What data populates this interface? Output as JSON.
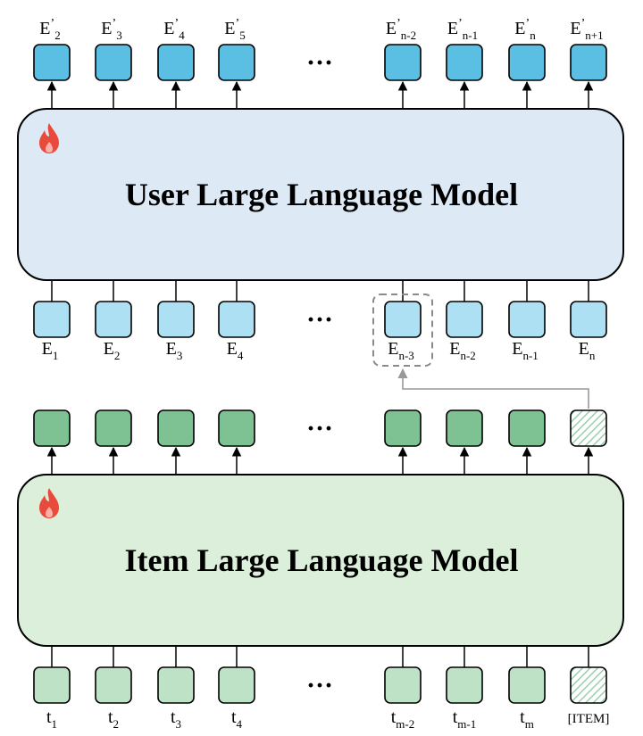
{
  "user_model": {
    "title": "User Large Language Model",
    "top_labels": [
      {
        "base": "E",
        "prime": "’",
        "sub": "2"
      },
      {
        "base": "E",
        "prime": "’",
        "sub": "3"
      },
      {
        "base": "E",
        "prime": "’",
        "sub": "4"
      },
      {
        "base": "E",
        "prime": "’",
        "sub": "5"
      },
      {
        "base": "E",
        "prime": "’",
        "sub": "n-2"
      },
      {
        "base": "E",
        "prime": "’",
        "sub": "n-1"
      },
      {
        "base": "E",
        "prime": "’",
        "sub": "n"
      },
      {
        "base": "E",
        "prime": "’",
        "sub": "n+1"
      }
    ],
    "bottom_labels": [
      {
        "base": "E",
        "sub": "1"
      },
      {
        "base": "E",
        "sub": "2"
      },
      {
        "base": "E",
        "sub": "3"
      },
      {
        "base": "E",
        "sub": "4"
      },
      {
        "base": "E",
        "sub": "n-3"
      },
      {
        "base": "E",
        "sub": "n-2"
      },
      {
        "base": "E",
        "sub": "n-1"
      },
      {
        "base": "E",
        "sub": "n"
      }
    ]
  },
  "item_model": {
    "title": "Item Large Language Model",
    "bottom_labels": [
      {
        "base": "t",
        "sub": "1"
      },
      {
        "base": "t",
        "sub": "2"
      },
      {
        "base": "t",
        "sub": "3"
      },
      {
        "base": "t",
        "sub": "4"
      },
      {
        "base": "t",
        "sub": "m-2"
      },
      {
        "base": "t",
        "sub": "m-1"
      },
      {
        "base": "t",
        "sub": "m"
      },
      {
        "base": "[ITEM]",
        "sub": ""
      }
    ]
  },
  "ellipsis": "···",
  "icons": {
    "trainable": "flame-icon"
  },
  "colors": {
    "user_panel": "#dde9f5",
    "user_output_token": "#5bbfe3",
    "user_input_token": "#ace0f2",
    "item_panel": "#dcefdb",
    "item_output_token": "#7ec294",
    "item_input_token": "#bde2c6",
    "flame": "#e84a3c"
  }
}
